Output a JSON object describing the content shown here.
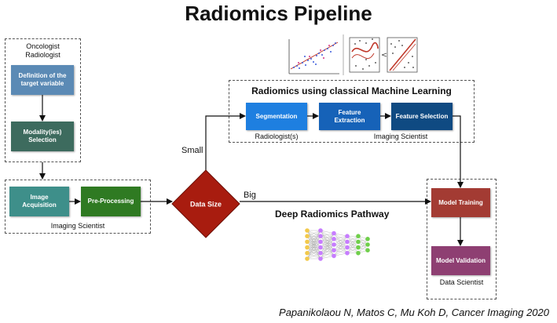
{
  "title": "Radiomics Pipeline",
  "colors": {
    "definition": "#5b8ab5",
    "modality": "#3d6b5e",
    "image_acquisition": "#3e8f8a",
    "pre_processing": "#2f7a22",
    "data_size": "#a81c0f",
    "segmentation": "#1e7fe0",
    "feature_extraction": "#1662b8",
    "feature_selection": "#0f4a82",
    "model_training": "#a33b33",
    "model_validation": "#8e3f72"
  },
  "clinician_box": {
    "role": "Oncologist\nRadiologist",
    "definition": "Definition of the target variable",
    "modality": "Modality(ies) Selection"
  },
  "imaging_box": {
    "image_acquisition": "Image Acquisition",
    "pre_processing": "Pre-Processing",
    "role": "Imaging Scientist"
  },
  "decision": {
    "label": "Data Size",
    "small": "Small",
    "big": "Big"
  },
  "classical_ml": {
    "title": "Radiomics using classical Machine Learning",
    "segmentation": "Segmentation",
    "feature_extraction": "Feature Extraction",
    "feature_selection": "Feature Selection",
    "role_left": "Radiologist(s)",
    "role_right": "Imaging Scientist"
  },
  "deep": {
    "title": "Deep Radiomics Pathway"
  },
  "modeling": {
    "training": "Model Training",
    "validation": "Model Validation",
    "role": "Data Scientist"
  },
  "icons": [
    "scatter-plot-icon",
    "svm-boundary-icon",
    "neural-network-icon"
  ],
  "citation": "Papanikolaou N, Matos C, Mu Koh D, Cancer Imaging 2020"
}
